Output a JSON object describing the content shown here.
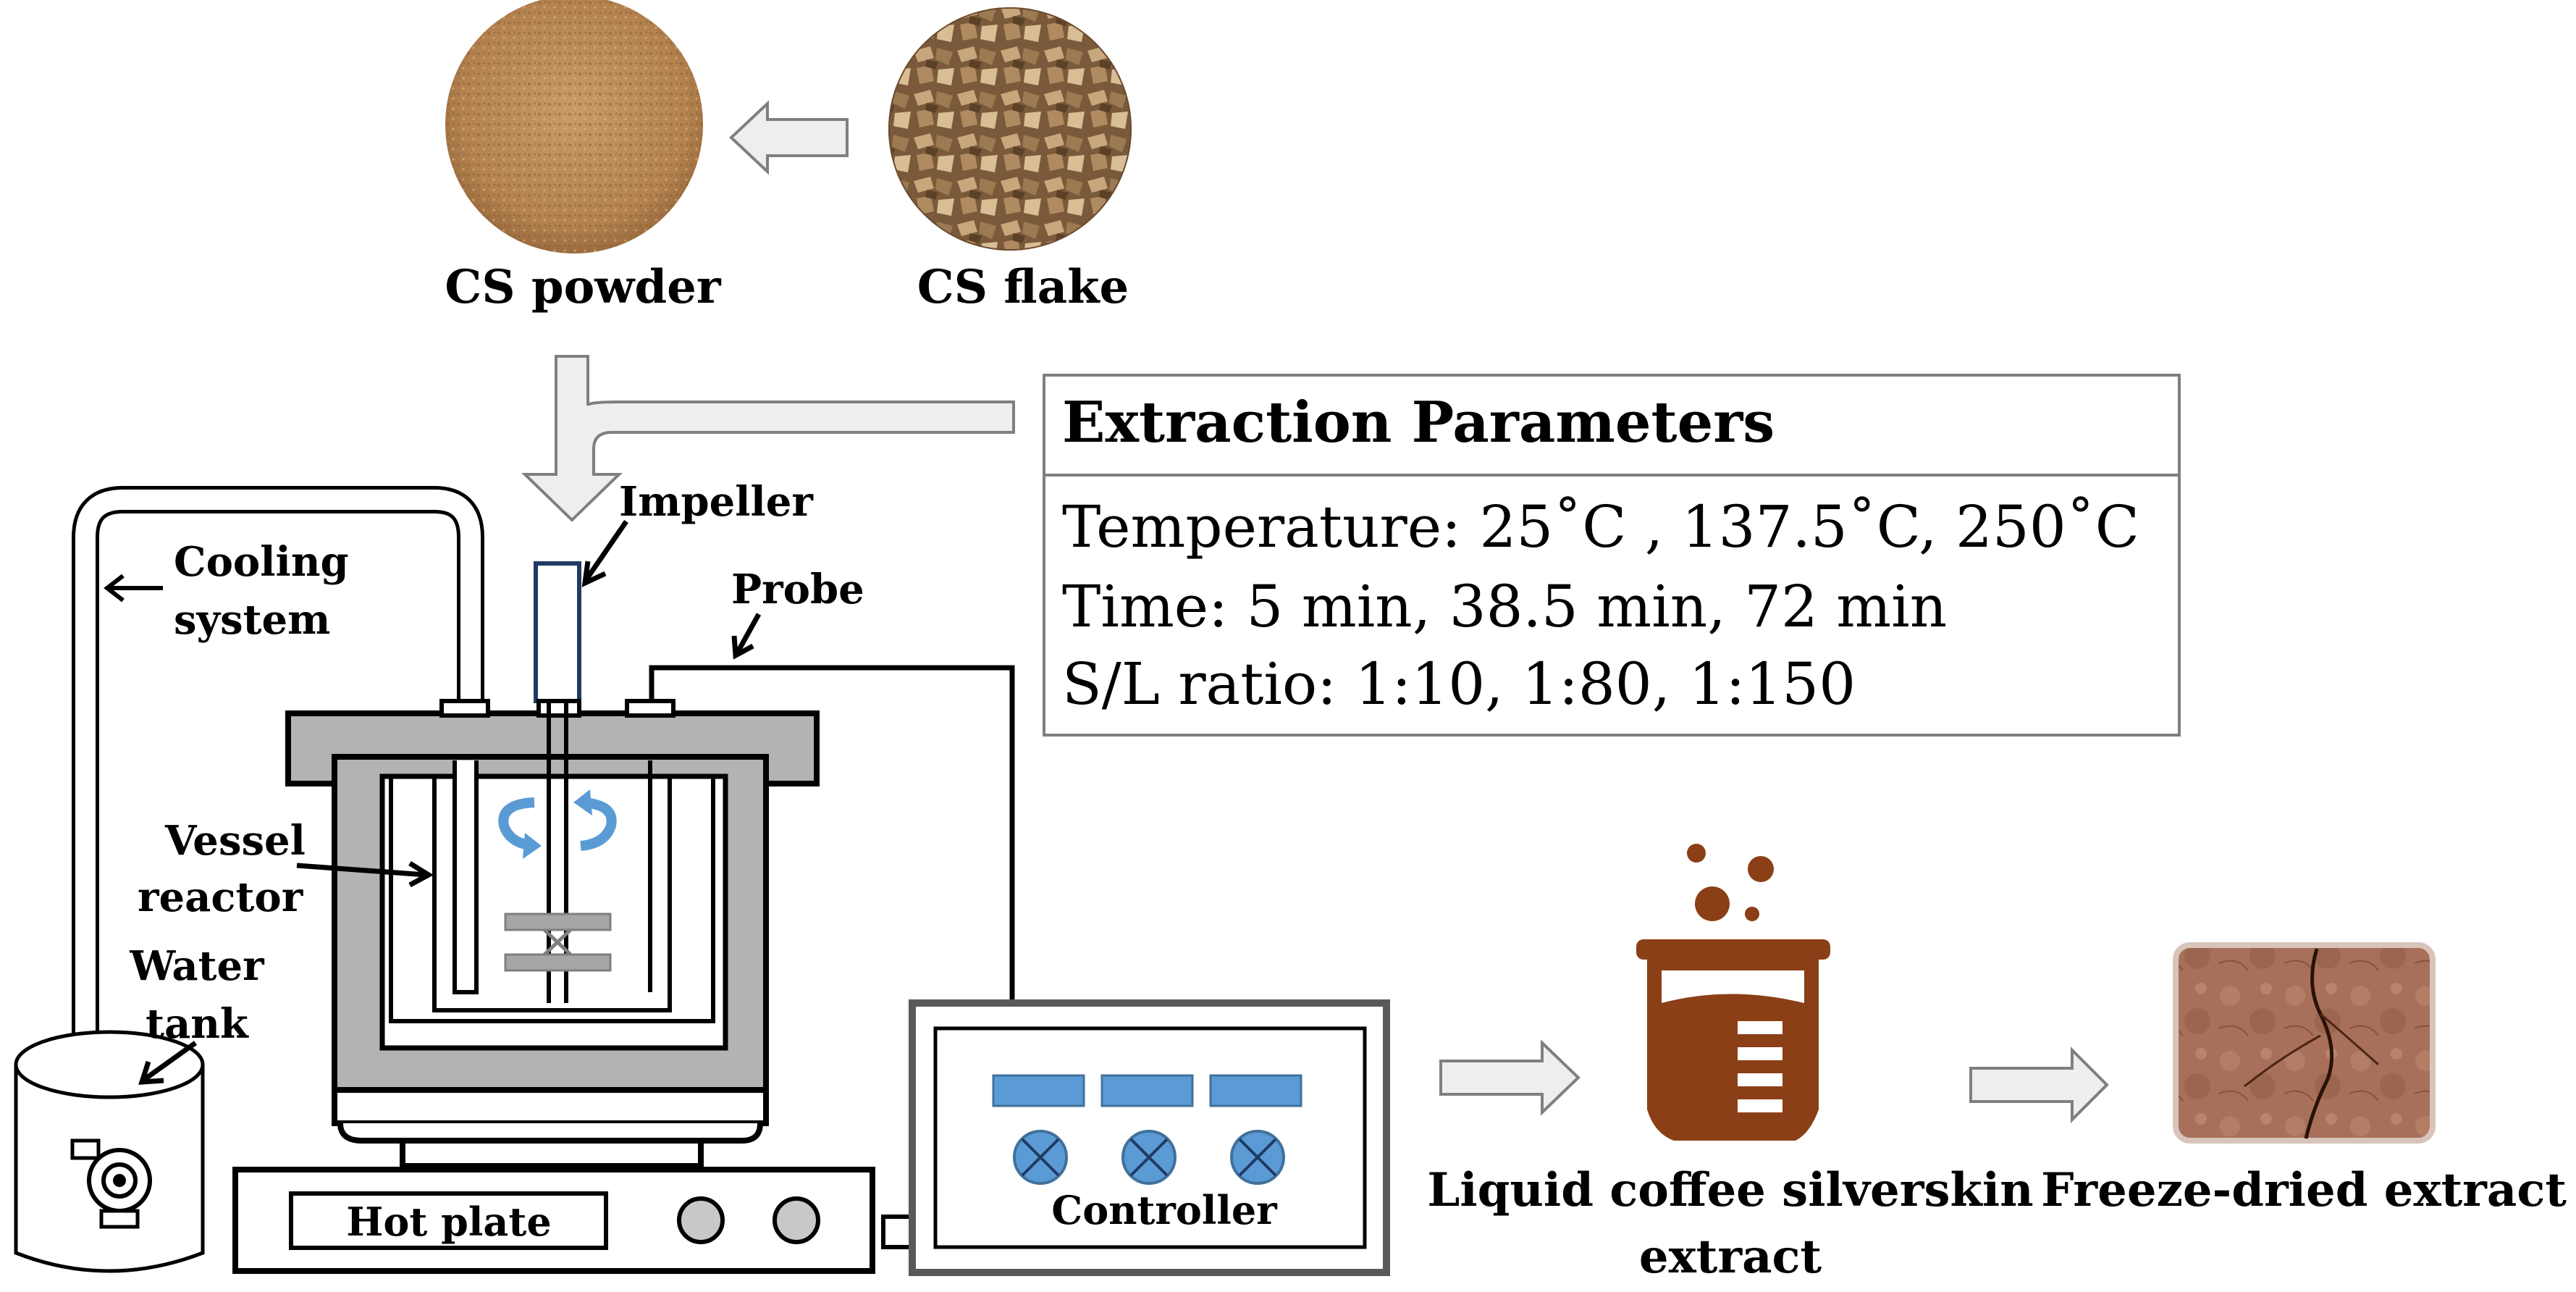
{
  "labels": {
    "cs_powder": "CS powder",
    "cs_flake": "CS flake",
    "impeller": "Impeller",
    "probe": "Probe",
    "cooling_line1": "Cooling",
    "cooling_line2": "system",
    "vessel_line1": "Vessel",
    "vessel_line2": "reactor",
    "water_line1": "Water",
    "water_line2": "tank",
    "hot_plate": "Hot plate",
    "controller": "Controller",
    "liquid_line1": "Liquid coffee silverskin",
    "liquid_line2": "extract",
    "freeze_dried": "Freeze-dried extract"
  },
  "parameters": {
    "title": "Extraction Parameters",
    "temperature": "Temperature: 25˚C , 137.5˚C, 250˚C",
    "time": "Time: 5 min, 38.5 min, 72 min",
    "sl_ratio": "S/L ratio: 1:10, 1:80, 1:150"
  },
  "colors": {
    "powder": "#b98a57",
    "flake": "#8a6a45",
    "vessel_gray": "#b3b3b3",
    "blue": "#5b9bd5",
    "liquid_brown": "#8b3f16",
    "dried_extract": "#a9705a",
    "arrow_fill": "#eeeeee",
    "arrow_stroke": "#7f7f7f"
  }
}
